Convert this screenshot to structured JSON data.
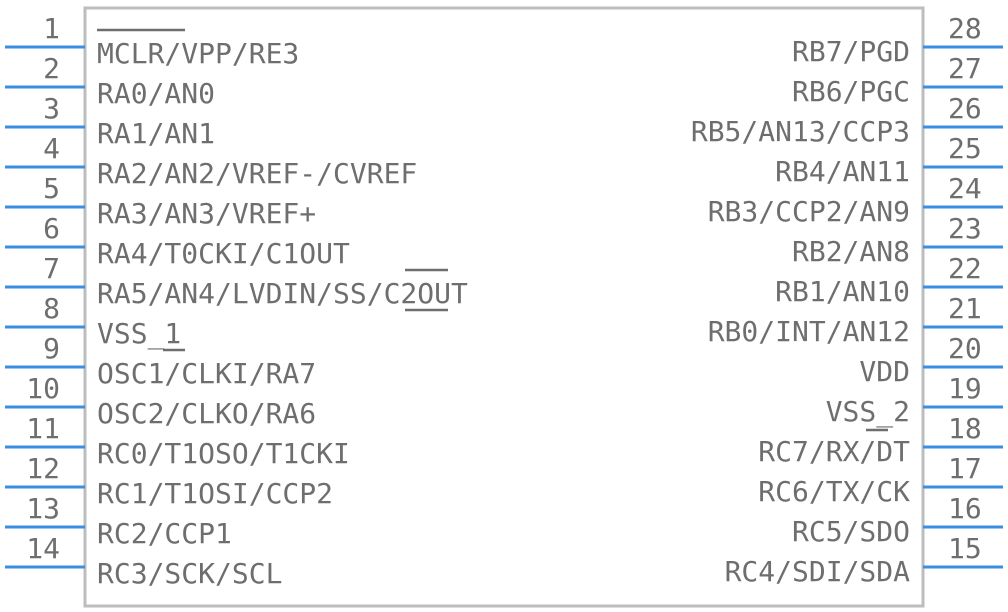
{
  "component": {
    "colors": {
      "pin_line": "#3b8fe0",
      "body_outline": "#bdbdbd",
      "text": "#6e6e6e",
      "background": "#ffffff"
    },
    "left_pins": [
      {
        "number": "1",
        "label": "MCLR/VPP/RE3"
      },
      {
        "number": "2",
        "label": "RA0/AN0"
      },
      {
        "number": "3",
        "label": "RA1/AN1"
      },
      {
        "number": "4",
        "label": "RA2/AN2/VREF-/CVREF"
      },
      {
        "number": "5",
        "label": "RA3/AN3/VREF+"
      },
      {
        "number": "6",
        "label": "RA4/T0CKI/C1OUT"
      },
      {
        "number": "7",
        "label": "RA5/AN4/LVDIN/SS/C2OUT"
      },
      {
        "number": "8",
        "label": "VSS_1"
      },
      {
        "number": "9",
        "label": "OSC1/CLKI/RA7"
      },
      {
        "number": "10",
        "label": "OSC2/CLKO/RA6"
      },
      {
        "number": "11",
        "label": "RC0/T1OSO/T1CKI"
      },
      {
        "number": "12",
        "label": "RC1/T1OSI/CCP2"
      },
      {
        "number": "13",
        "label": "RC2/CCP1"
      },
      {
        "number": "14",
        "label": "RC3/SCK/SCL"
      }
    ],
    "right_pins": [
      {
        "number": "28",
        "label": "RB7/PGD"
      },
      {
        "number": "27",
        "label": "RB6/PGC"
      },
      {
        "number": "26",
        "label": "RB5/AN13/CCP3"
      },
      {
        "number": "25",
        "label": "RB4/AN11"
      },
      {
        "number": "24",
        "label": "RB3/CCP2/AN9"
      },
      {
        "number": "23",
        "label": "RB2/AN8"
      },
      {
        "number": "22",
        "label": "RB1/AN10"
      },
      {
        "number": "21",
        "label": "RB0/INT/AN12"
      },
      {
        "number": "20",
        "label": "VDD"
      },
      {
        "number": "19",
        "label": "VSS_2"
      },
      {
        "number": "18",
        "label": "RC7/RX/DT"
      },
      {
        "number": "17",
        "label": "RC6/TX/CK"
      },
      {
        "number": "16",
        "label": "RC5/SDO"
      },
      {
        "number": "15",
        "label": "RC4/SDI/SDA"
      }
    ]
  }
}
